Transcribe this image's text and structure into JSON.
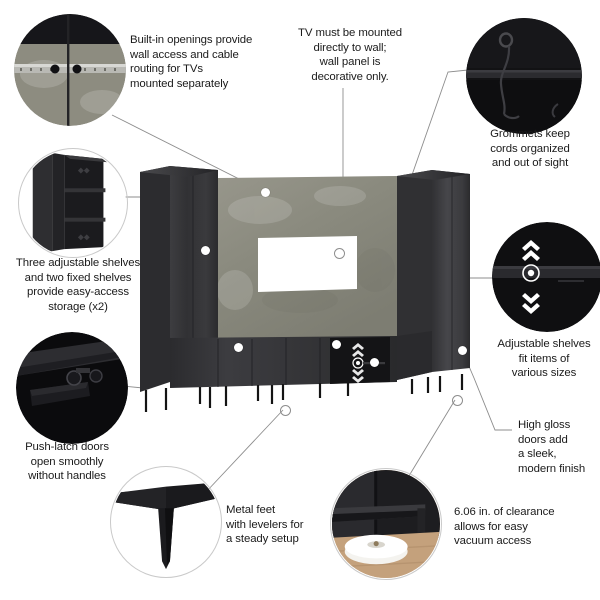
{
  "diagram": {
    "title": "Entertainment Wall Unit Feature Callouts",
    "background": "#ffffff",
    "text_color": "#1b1b1b",
    "line_color": "#8d8d8d",
    "marker_color": "#ffffff"
  },
  "product": {
    "name": "TV wall unit with storage cabinets",
    "colors": {
      "cabinet_dark": "#2f2f31",
      "cabinet_front": "#3a3a3c",
      "cabinet_gloss": "#47474a",
      "concrete_panel": "#8d8c80",
      "concrete_panel_dark": "#7b7a6e",
      "tv_cutout": "#ffffff",
      "leg": "#141414",
      "niche": "#141416"
    }
  },
  "callouts": [
    {
      "id": "wall-access",
      "text": "Built-in openings provide\nwall access and cable\nrouting for TVs\nmounted separately",
      "align": "left",
      "inset": "wall-rail-closeup"
    },
    {
      "id": "tv-mount",
      "text": "TV must be mounted\ndirectly to wall;\nwall panel is\ndecorative only.",
      "align": "center",
      "inset": null
    },
    {
      "id": "grommets",
      "text": "Grommets keep\ncords organized\nand out of sight",
      "align": "center",
      "inset": "grommet-closeup"
    },
    {
      "id": "shelves-storage",
      "text": "Three adjustable shelves\nand two fixed shelves\nprovide easy-access\nstorage (x2)",
      "align": "center",
      "inset": "open-cabinet-shelves"
    },
    {
      "id": "adjustable-shelves",
      "text": "Adjustable shelves\nfit items of\nvarious sizes",
      "align": "center",
      "inset": "adjustable-shelf-closeup"
    },
    {
      "id": "push-latch",
      "text": "Push-latch doors\nopen smoothly\nwithout handles",
      "align": "center",
      "inset": "push-latch-closeup"
    },
    {
      "id": "high-gloss",
      "text": "High gloss\ndoors add\na sleek,\nmodern finish",
      "align": "left",
      "inset": null
    },
    {
      "id": "metal-feet",
      "text": "Metal feet\nwith levelers for\na steady setup",
      "align": "left",
      "inset": "metal-foot-closeup"
    },
    {
      "id": "clearance",
      "text": "6.06 in. of clearance\nallows for easy\nvacuum access",
      "align": "left",
      "inset": "robot-vacuum-closeup"
    }
  ],
  "measurements": {
    "clearance": "6.06 in.",
    "adjustable_shelves": "Three",
    "fixed_shelves": "two",
    "storage_multiplier": "(x2)"
  }
}
